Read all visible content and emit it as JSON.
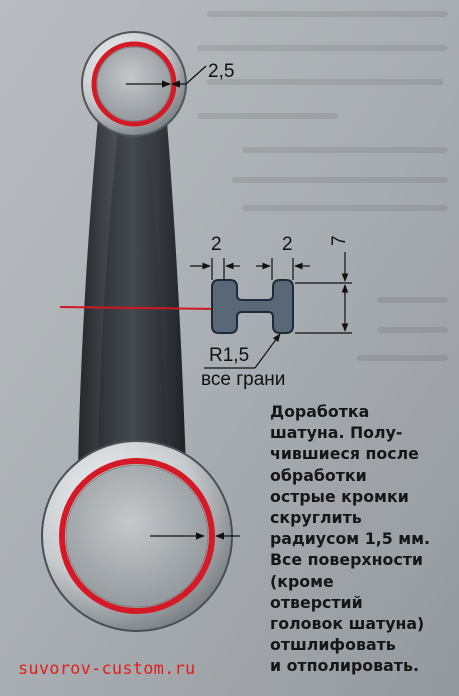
{
  "dimensions": {
    "small_head_ring": "2,5",
    "left_flange": "2",
    "right_flange": "2",
    "height": "7",
    "radius": "R1,5",
    "radius_note": "все грани"
  },
  "caption": [
    "Доработка",
    "шатуна. Полу-",
    "чившиеся после",
    "обработки",
    "острые кромки",
    "скруглить",
    "радиусом 1,5 мм.",
    "Все поверхности",
    "(кроме",
    "отверстий",
    "головок шатуна)",
    "отшлифовать",
    "и отполировать."
  ],
  "watermark": "suvorov-custom.ru",
  "colors": {
    "ring": "#d41a26",
    "rod_metal": "#3f4347",
    "section_fill": "#596777",
    "section_line": "#d01822",
    "background": "#9ea3a8"
  }
}
